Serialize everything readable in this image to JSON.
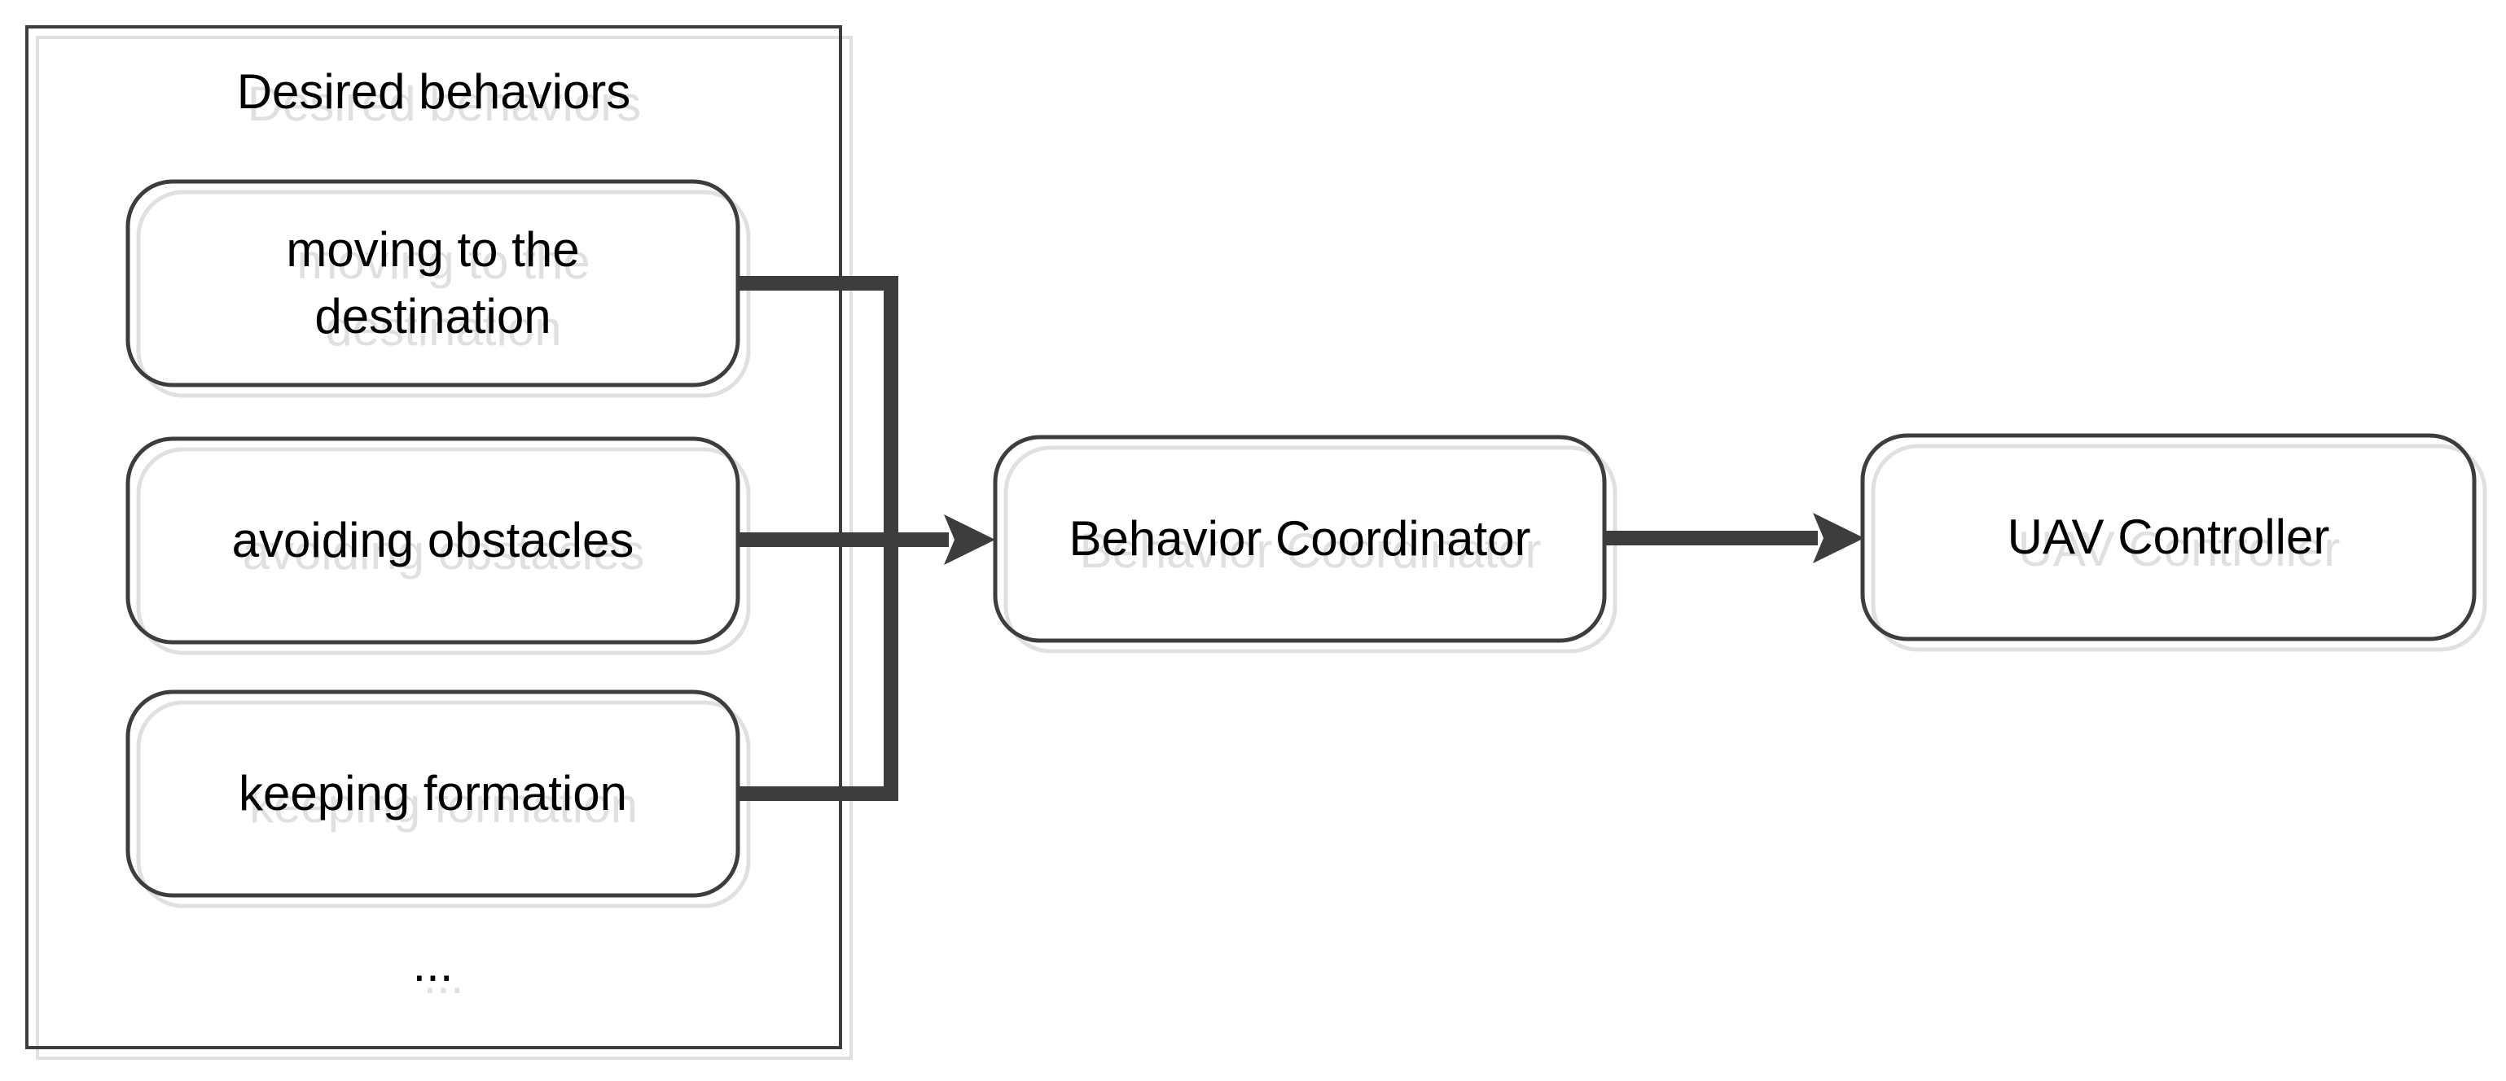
{
  "colors": {
    "stroke": "#3d3d3d",
    "shadow": "#e0e0e0",
    "text": "#000000",
    "background": "#ffffff"
  },
  "panel": {
    "title": "Desired behaviors",
    "behaviors": [
      {
        "label": "moving to the\ndestination"
      },
      {
        "label": "avoiding obstacles"
      },
      {
        "label": "keeping formation"
      }
    ],
    "ellipsis": "..."
  },
  "nodes": {
    "coordinator": {
      "label": "Behavior Coordinator"
    },
    "controller": {
      "label": "UAV Controller"
    }
  },
  "connections": [
    {
      "from": "Desired behaviors",
      "to": "Behavior Coordinator"
    },
    {
      "from": "Behavior Coordinator",
      "to": "UAV Controller"
    }
  ]
}
